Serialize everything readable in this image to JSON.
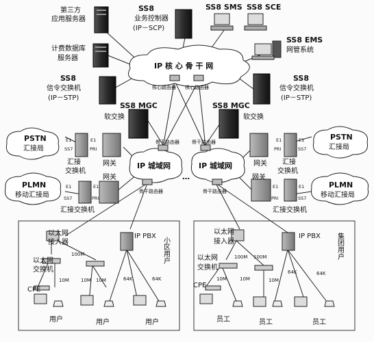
{
  "labels": {
    "third_party": [
      "第三方",
      "应用服务器"
    ],
    "ss8_scp": [
      "SS8",
      "业务控制器",
      "(IP－SCP)"
    ],
    "ss8_sms": "SS8 SMS",
    "ss8_sce": "SS8 SCE",
    "billing": [
      "计费数据库",
      "服务器"
    ],
    "ss8_ems": [
      "SS8 EMS",
      "网管系统"
    ],
    "stp_left": [
      "SS8",
      "信令交换机",
      "(IP－STP)"
    ],
    "stp_right": [
      "SS8",
      "信令交换机",
      "(IP－STP)"
    ],
    "core_network": "IP 核 心 骨 干 网",
    "core_router": "核心路由器",
    "mgc_left": [
      "SS8 MGC",
      "软交换"
    ],
    "mgc_right": [
      "SS8 MGC",
      "软交换"
    ],
    "backbone_router": "骨干路由器",
    "pstn_left": [
      "PSTN",
      "汇接局"
    ],
    "pstn_right": [
      "PSTN",
      "汇接局"
    ],
    "plmn_left": [
      "PLMN",
      "移动汇接局"
    ],
    "plmn_right": [
      "PLMN",
      "移动汇接局"
    ],
    "metro": "IP 城域网",
    "ellipsis": "…",
    "e1": "E1",
    "ss7": "SS7",
    "pri": "PRI",
    "gateway": "网关",
    "tandem_left": [
      "汇接",
      "交换机"
    ],
    "tandem_right": [
      "汇接",
      "交换机"
    ],
    "tandem2_left": "汇接交换机",
    "tandem2_right": "汇接交换机",
    "eth_access": [
      "以太网",
      "接入器"
    ],
    "eth_switch": [
      "以太网",
      "交换机"
    ],
    "ip_pbx": "IP PBX",
    "rate_100m": "100M",
    "rate_10m": "10M",
    "rate_64k": "64K",
    "cpe": "CPE",
    "residential": "小区用户",
    "enterprise": "集团用户",
    "user": "用户",
    "staff": "员工"
  },
  "icons": [
    "server-icon",
    "workstation-icon",
    "router-icon",
    "cloud-icon",
    "switch-icon",
    "phone-icon",
    "cabinet-icon"
  ]
}
